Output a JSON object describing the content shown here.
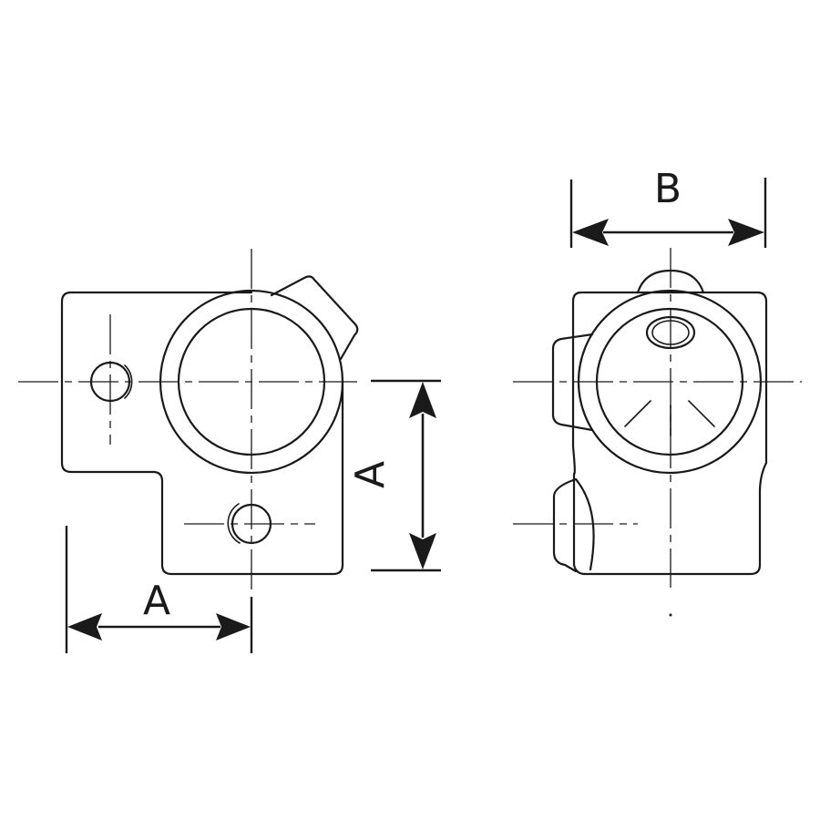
{
  "dimensions": {
    "left_horizontal": "A",
    "left_vertical": "A",
    "right_top": "B"
  }
}
